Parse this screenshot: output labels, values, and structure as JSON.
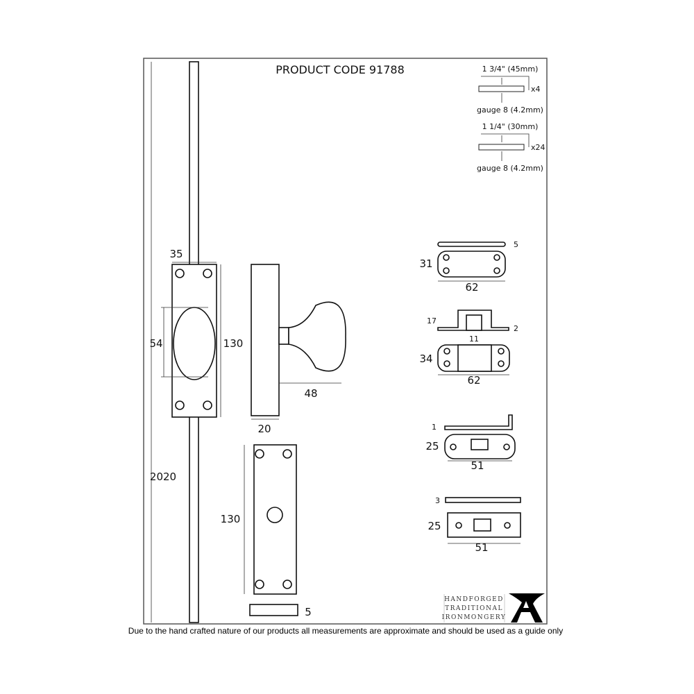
{
  "title": "PRODUCT CODE 91788",
  "screws": [
    {
      "length": "1 3/4\" (45mm)",
      "qty": "x4",
      "gauge": "gauge 8 (4.2mm)"
    },
    {
      "length": "1 1/4\" (30mm)",
      "qty": "x24",
      "gauge": "gauge 8 (4.2mm)"
    }
  ],
  "dims": {
    "plate_width": "35",
    "oval_height": "54",
    "plate_height": "130",
    "rod_length": "2020",
    "knob_projection": "48",
    "plate_depth": "20",
    "keep_height": "130",
    "keep_depth": "5",
    "guide1_thickness": "5",
    "guide1_height": "31",
    "guide1_width": "62",
    "guide2_height": "17",
    "guide2_thickness": "2",
    "guide2_inner": "11",
    "guide2_plate_height": "34",
    "guide2_width": "62",
    "keeper1_thickness": "1",
    "keeper1_height": "25",
    "keeper1_width": "51",
    "keeper2_thickness": "3",
    "keeper2_height": "25",
    "keeper2_width": "51"
  },
  "logo": {
    "line1": "HANDFORGED",
    "line2": "TRADITIONAL",
    "line3": "IRONMONGERY",
    "mark": "A"
  },
  "footer": "Due to the hand crafted nature of our products all measurements are approximate and should be used as a guide only"
}
